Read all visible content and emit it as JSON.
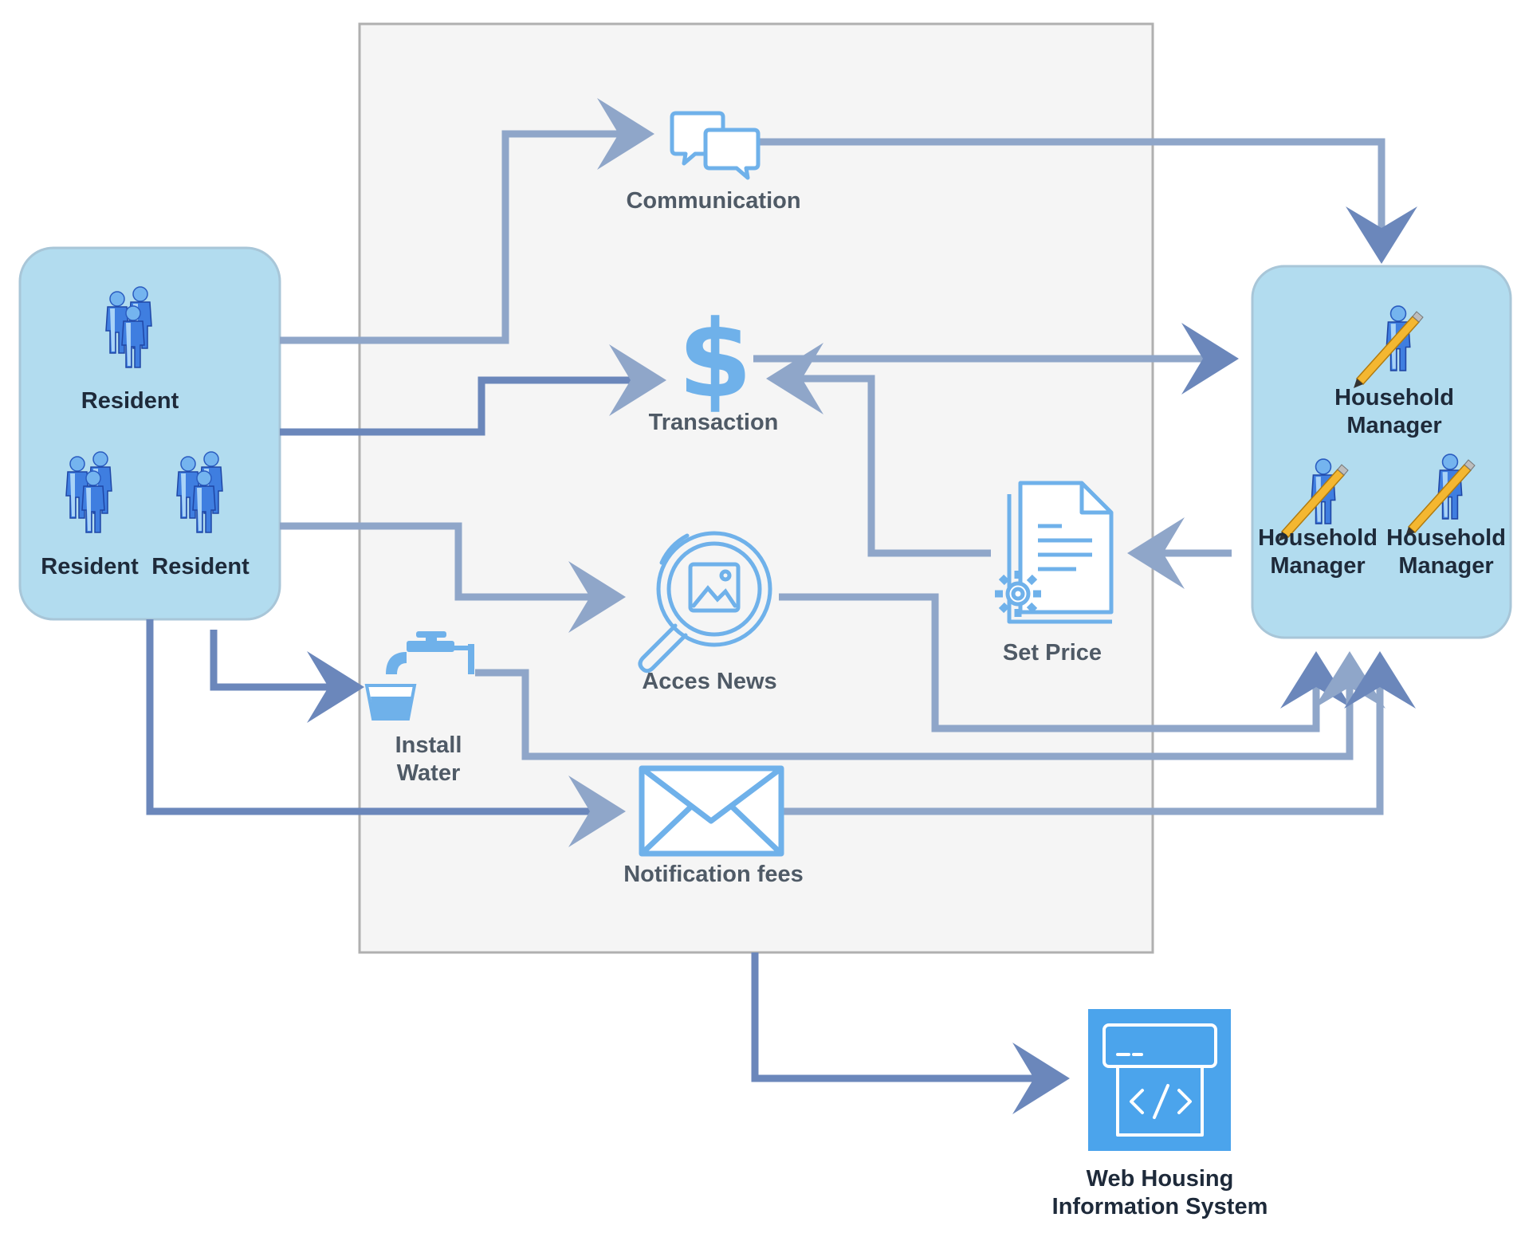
{
  "colors": {
    "arrow_dark": "#6b87bb",
    "arrow_light": "#8fa6c9",
    "icon_blue": "#6fb1ea",
    "panel_fill": "#b2dcef",
    "center_fill": "#f5f5f5",
    "center_border": "#b0b0b0",
    "system_fill": "#4ba4ec"
  },
  "icons": {
    "residents": "people-group-icon",
    "managers": "person-with-pencil-icon",
    "communication": "chat-bubbles-icon",
    "transaction": "dollar-sign-icon",
    "news": "magnifier-image-icon",
    "water": "faucet-bucket-icon",
    "notification": "envelope-icon",
    "set_price": "document-gear-icon",
    "system": "code-window-icon"
  },
  "residents": {
    "top": "Resident",
    "bottom_left": "Resident",
    "bottom_right": "Resident"
  },
  "managers": {
    "top_line1": "Household",
    "top_line2": "Manager",
    "left_line1": "Household",
    "left_line2": "Manager",
    "right_line1": "Household",
    "right_line2": "Manager"
  },
  "services": {
    "communication": "Communication",
    "transaction": "Transaction",
    "news": "Acces News",
    "water_line1": "Install",
    "water_line2": "Water",
    "notification": "Notification fees",
    "set_price": "Set Price"
  },
  "system": {
    "line1": "Web Housing",
    "line2": "Information System"
  }
}
